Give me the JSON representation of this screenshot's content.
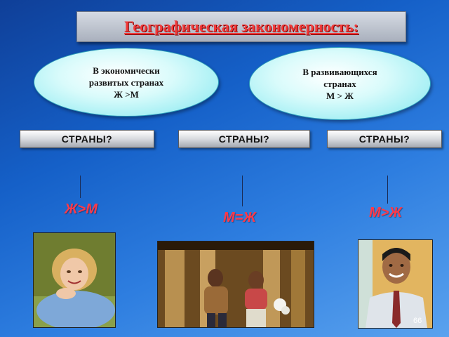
{
  "title": "Географическая закономерность:",
  "ovals": {
    "left": "В экономически\nразвитых странах\nЖ >М",
    "right": "В развивающихся\nстранах\nМ > Ж"
  },
  "buttons": [
    "СТРАНЫ?",
    "СТРАНЫ?",
    "СТРАНЫ?"
  ],
  "ratios": [
    "Ж>М",
    "М=Ж",
    "М>Ж"
  ],
  "page_number": "66",
  "colors": {
    "title_text": "#f23a3a",
    "ratio_text": "#ff3a4a",
    "oval_fill": "#7fe7ef"
  }
}
